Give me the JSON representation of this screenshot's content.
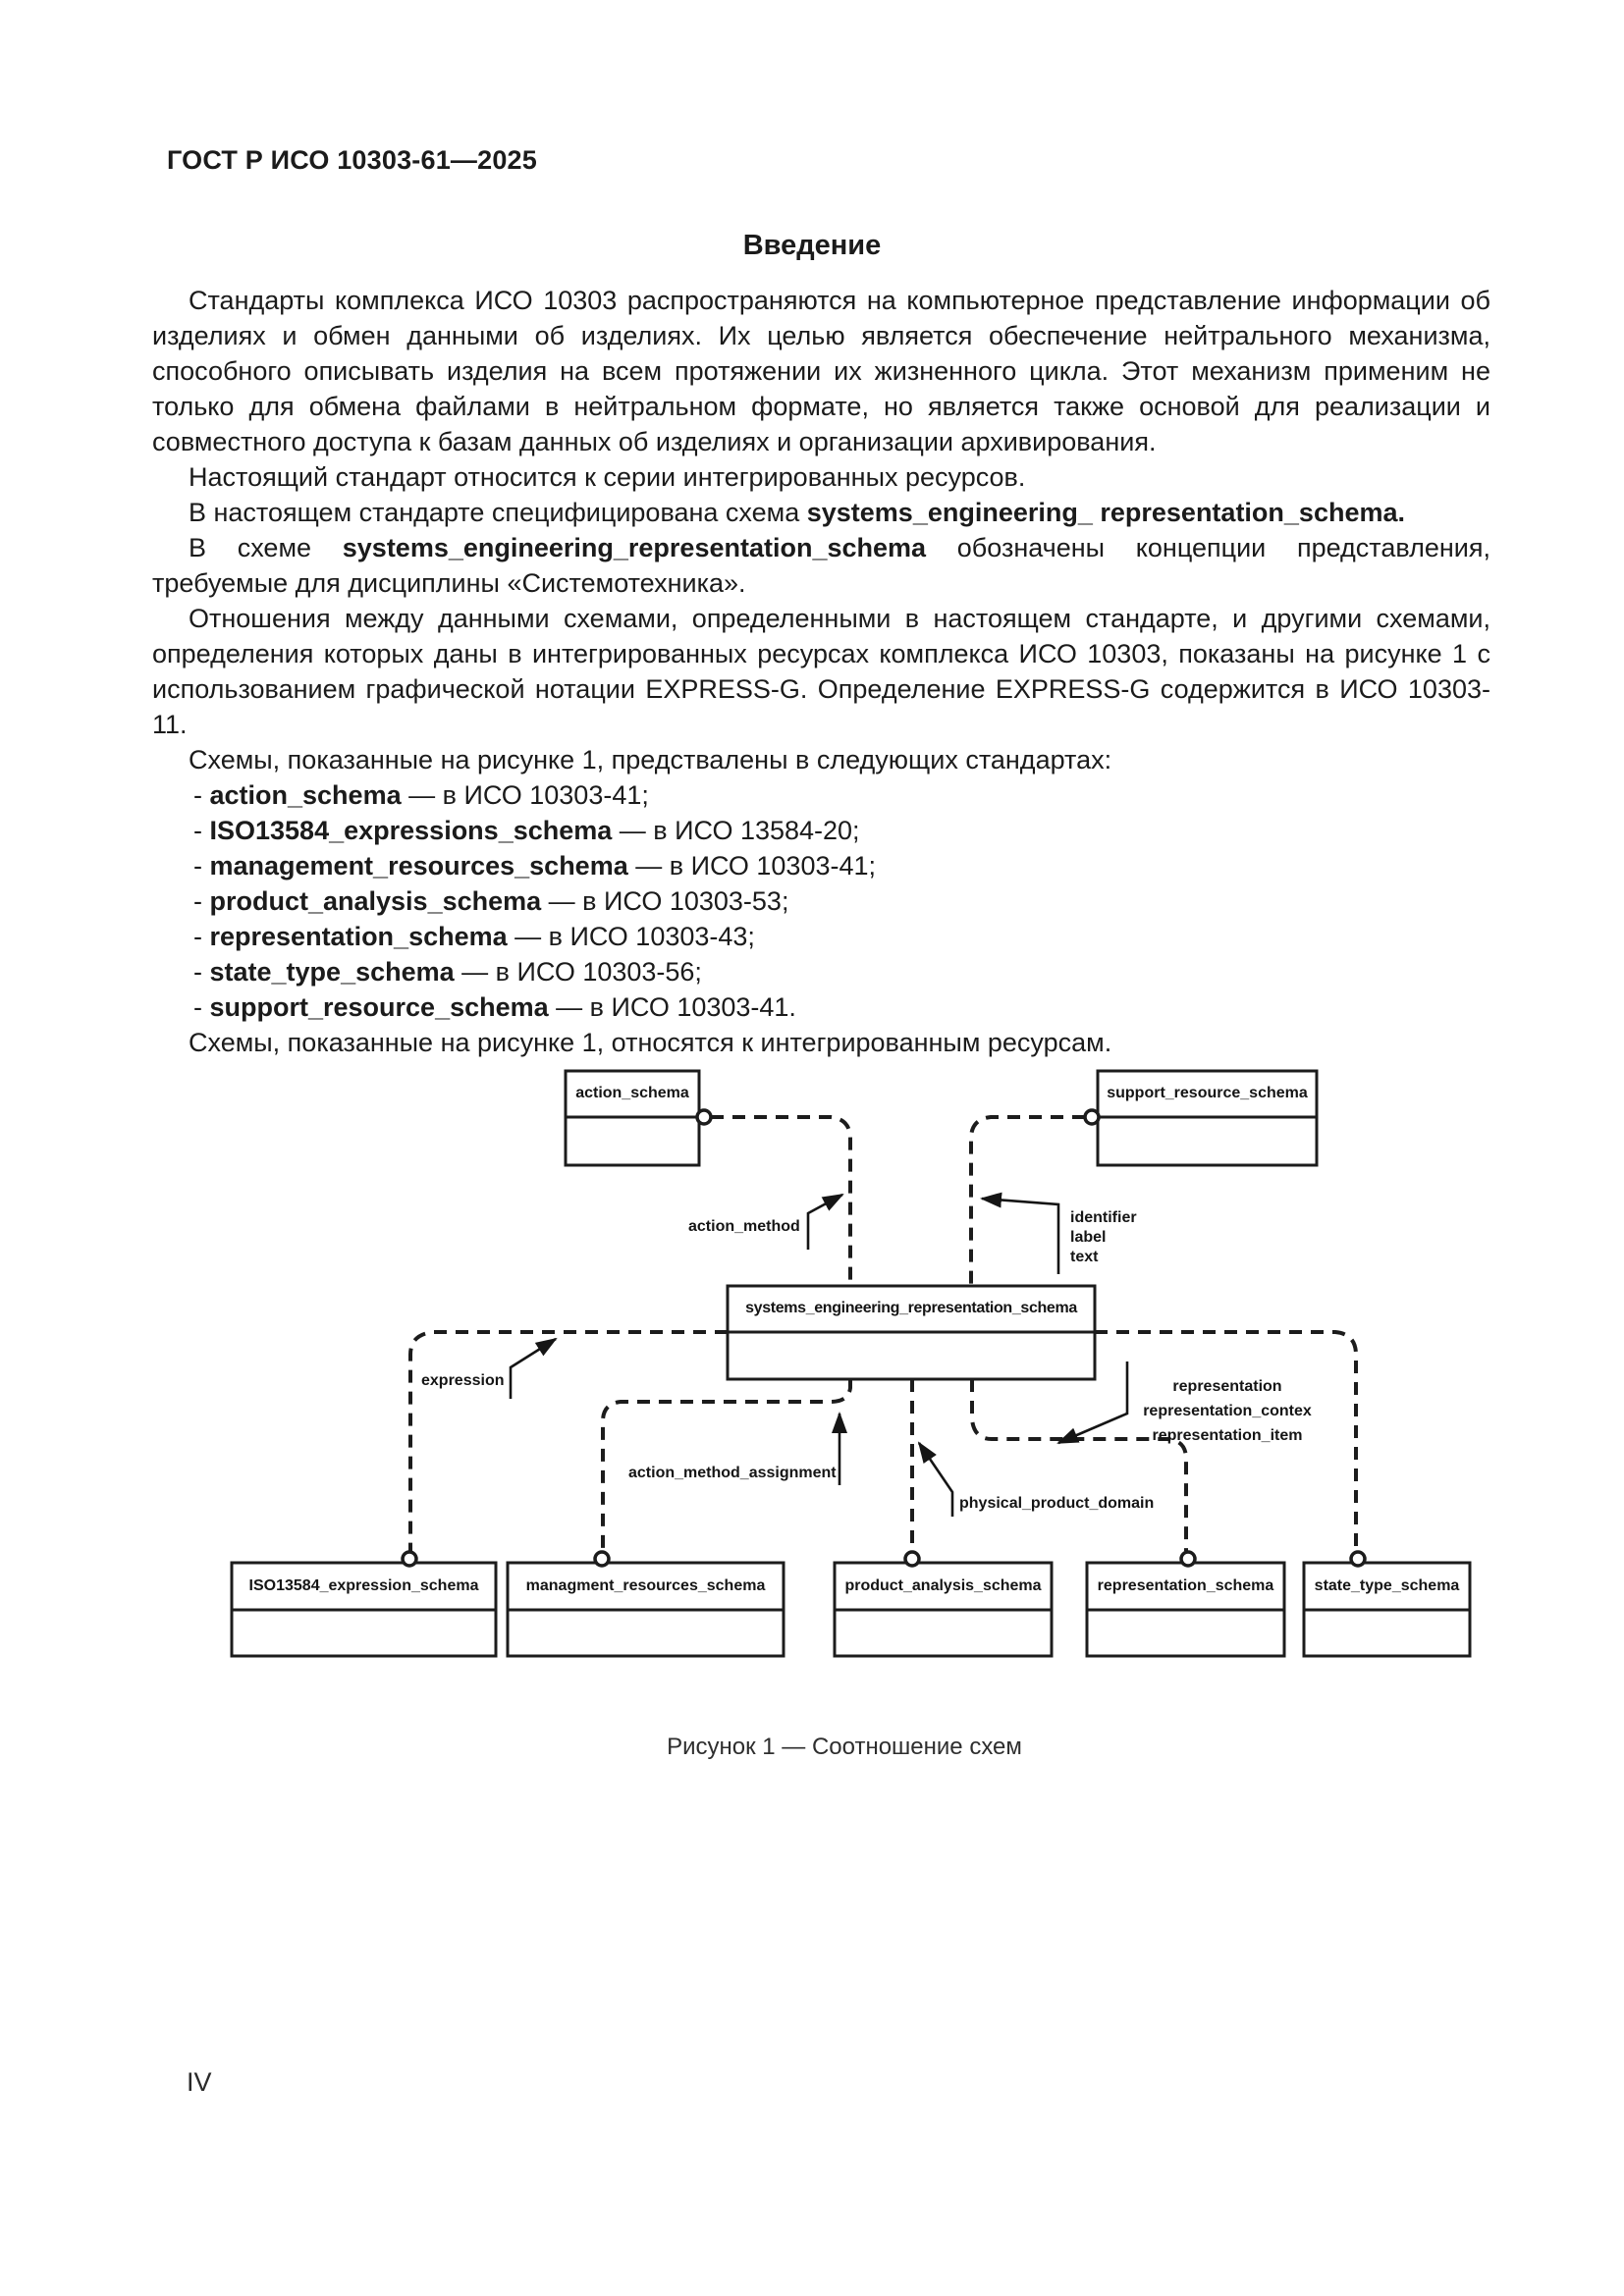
{
  "page": {
    "doc_number": "ГОСТ Р ИСО 10303-61—2025",
    "page_number": "IV"
  },
  "intro": {
    "title": "Введение",
    "body": [
      {
        "type": "para just",
        "segments": [
          {
            "text": "Стандарты комплекса ИСО 10303 распространяются на компьютерное представление информации об изделиях и обмен данными об изделиях. Их целью является обеспечение нейтрального механизма, способного описывать изделия на всем протяжении их жизненного цикла. Этот механизм применим не только для обмена файлами в нейтральном формате, но является также основой для реализации и совместного доступа к базам данных об изделиях и организации архивирования."
          }
        ]
      },
      {
        "type": "para",
        "segments": [
          {
            "text": "Настоящий стандарт относится к серии интегрированных ресурсов."
          }
        ]
      },
      {
        "type": "para",
        "segments": [
          {
            "text": "В настоящем стандарте специфицирована схема "
          },
          {
            "text": "systems_engineering_ representation_schema.",
            "bold": true
          }
        ]
      },
      {
        "type": "para just",
        "segments": [
          {
            "text": "В схеме "
          },
          {
            "text": "systems_engineering_representation_schema",
            "bold": true
          },
          {
            "text": " обозначены концепции представления, требуемые для дисциплины «Системотехника»."
          }
        ]
      },
      {
        "type": "para just",
        "segments": [
          {
            "text": "Отношения между данными схемами, определенными в настоящем стандарте, и другими схемами, определения которых даны в интегрированных ресурсах комплекса ИСО 10303, показаны на рисунке 1 с использованием графической нотации EXPRESS-G. Определение EXPRESS-G содержится в ИСО 10303-11."
          }
        ]
      },
      {
        "type": "para",
        "segments": [
          {
            "text": "Схемы, показанные на рисунке 1, предствалены в следующих стандартах:"
          }
        ]
      },
      {
        "type": "li",
        "segments": [
          {
            "text": "- "
          },
          {
            "text": "action_schema",
            "bold": true
          },
          {
            "text": " — в ИСО 10303-41;"
          }
        ]
      },
      {
        "type": "li",
        "segments": [
          {
            "text": "- "
          },
          {
            "text": "ISO13584_expressions_schema",
            "bold": true
          },
          {
            "text": " — в ИСО 13584-20;"
          }
        ]
      },
      {
        "type": "li",
        "segments": [
          {
            "text": "- "
          },
          {
            "text": "management_resources_schema",
            "bold": true
          },
          {
            "text": " — в ИСО 10303-41;"
          }
        ]
      },
      {
        "type": "li",
        "segments": [
          {
            "text": "- "
          },
          {
            "text": "product_analysis_schema",
            "bold": true
          },
          {
            "text": " — в ИСО 10303-53;"
          }
        ]
      },
      {
        "type": "li",
        "segments": [
          {
            "text": "- "
          },
          {
            "text": "representation_schema",
            "bold": true
          },
          {
            "text": " — в ИСО 10303-43;"
          }
        ]
      },
      {
        "type": "li",
        "segments": [
          {
            "text": "- "
          },
          {
            "text": "state_type_schema",
            "bold": true
          },
          {
            "text": " — в ИСО 10303-56;"
          }
        ]
      },
      {
        "type": "li",
        "segments": [
          {
            "text": "- "
          },
          {
            "text": "support_resource_schema",
            "bold": true
          },
          {
            "text": " — в ИСО 10303-41."
          }
        ]
      },
      {
        "type": "para",
        "segments": [
          {
            "text": "Схемы, показанные на рисунке 1, относятся к интегрированным ресурсам."
          }
        ]
      }
    ]
  },
  "figure": {
    "caption": "Рисунок 1 — Соотношение схем",
    "boxes": {
      "action": {
        "label": "action_schema"
      },
      "support": {
        "label": "support_resource_schema"
      },
      "central": {
        "label": "systems_engineering_representation_schema"
      },
      "iso": {
        "label": "ISO13584_expression_schema"
      },
      "mng": {
        "label": "managment_resources_schema"
      },
      "prd": {
        "label": "product_analysis_schema"
      },
      "rep": {
        "label": "representation_schema"
      },
      "stt": {
        "label": "state_type_schema"
      }
    },
    "annotations": {
      "action_method": "action_method",
      "identifier_lines": [
        "identifier",
        "label",
        "text"
      ],
      "expression": "expression",
      "representation_lines": [
        "representation",
        "representation_contex",
        "representation_item"
      ],
      "action_method_assignment": "action_method_assignment",
      "physical_product_domain": "physical_product_domain"
    }
  }
}
